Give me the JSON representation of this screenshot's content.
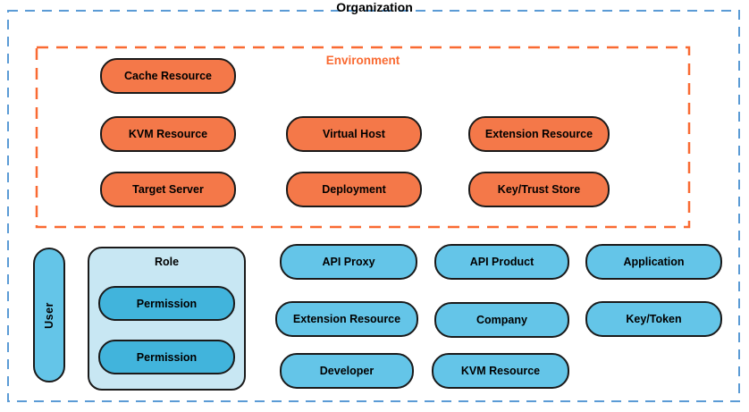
{
  "organization": {
    "title": "Organization",
    "user_label": "User",
    "role_label": "Role",
    "permissions": [
      "Permission",
      "Permission"
    ],
    "pills": [
      {
        "label": "API Proxy"
      },
      {
        "label": "API Product"
      },
      {
        "label": "Application"
      },
      {
        "label": "Extension Resource"
      },
      {
        "label": "Company"
      },
      {
        "label": "Key/Token"
      },
      {
        "label": "Developer"
      },
      {
        "label": "KVM Resource"
      }
    ]
  },
  "environment": {
    "label": "Environment",
    "pills": [
      {
        "label": "Cache Resource"
      },
      {
        "label": "KVM Resource"
      },
      {
        "label": "Virtual Host"
      },
      {
        "label": "Extension Resource"
      },
      {
        "label": "Target Server"
      },
      {
        "label": "Deployment"
      },
      {
        "label": "Key/Trust Store"
      }
    ]
  },
  "colors": {
    "organization_border": "#5B9BD5",
    "environment_border": "#F96A32",
    "environment_pill": "#F47849",
    "organization_pill": "#64C5E8",
    "role_container": "#C8E7F3",
    "permission_pill": "#41B4DC",
    "node_border": "#1A1A1A"
  }
}
